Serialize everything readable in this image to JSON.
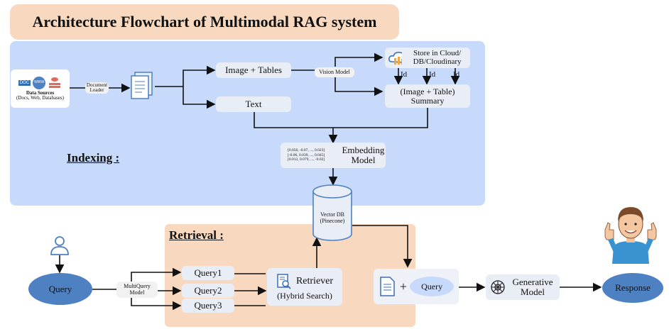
{
  "title": "Architecture Flowchart of Multimodal RAG system",
  "indexing": {
    "label": "Indexing :",
    "data_sources": {
      "title": "Data Sources",
      "subtitle": "(Docs, Web, Databases)",
      "doc_tag": "DOC",
      "www_tag": "WWW"
    },
    "document_loader": "Document Loader",
    "image_tables": "Image + Tables",
    "text": "Text",
    "vision_model": "Vision Model",
    "store": "Store in Cloud/ DB/Cloudinary",
    "id_labels": [
      "Id",
      "Id",
      "Id"
    ],
    "summary": "(Image + Table) Summary",
    "embedding_model": "Embedding Model",
    "vectors": [
      "[0.056, -0.07, ..., 0.023]",
      "[-0.06, 0.039, ..., 0.045]",
      "[0.012, 0.079, ..., -0.02]"
    ],
    "vector_db": "Vector DB (Pinecone)"
  },
  "retrieval": {
    "label": "Retrieval :",
    "query": "Query",
    "multiquery_model": "MultiQuery Model",
    "queries": [
      "Query1",
      "Query2",
      "Query3"
    ],
    "retriever": "Retriever",
    "retriever_sub": "(Hybrid Search)",
    "plus": "+",
    "query2": "Query",
    "generative_model": "Generative Model",
    "response": "Response"
  },
  "colors": {
    "indexing_panel": "#c8dafb",
    "retrieval_panel": "#f8d9bf",
    "title_box": "#f8d9bf",
    "ellipse": "#4e81c2",
    "node": "#e9eef6"
  }
}
